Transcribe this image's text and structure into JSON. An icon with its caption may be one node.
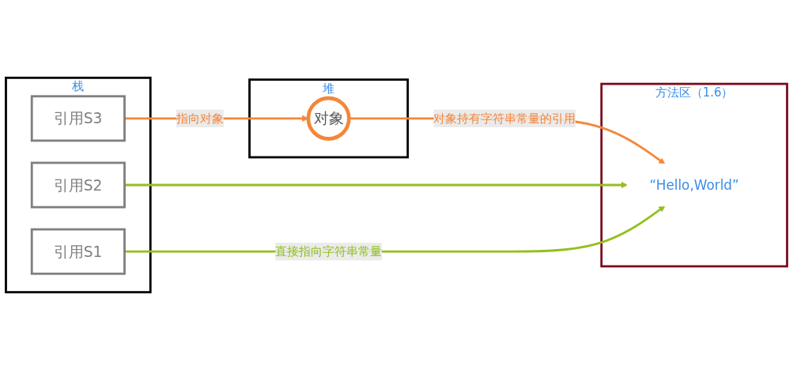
{
  "diagram": {
    "nodes": [
      {
        "text": [
          "栈"
        ]
      },
      {
        "text": [
          "引用S3"
        ],
        "in": 0
      },
      {
        "text": [
          "引用S2"
        ],
        "in": 0
      },
      {
        "text": [
          "引用S1"
        ],
        "in": 0
      },
      {
        "text": [
          "堆"
        ]
      },
      {
        "text": [
          "对象"
        ],
        "in": 4
      },
      {
        "text": [
          "方法区（1.6）"
        ]
      },
      {
        "text": [
          "“Hello,World”"
        ],
        "in": 6
      }
    ],
    "edges": [
      {
        "from": 1,
        "to": 5,
        "arrow": "to",
        "label": "指向对象",
        "color": "#f5863a"
      },
      {
        "from": 5,
        "to": 7,
        "arrow": "to",
        "label": "对象持有字符串常量的引用",
        "color": "#f5863a"
      },
      {
        "from": 2,
        "to": 7,
        "arrow": "to",
        "color": "#92c01f"
      },
      {
        "from": 3,
        "to": 7,
        "arrow": "to",
        "label": "直接指向字符串常量",
        "color": "#92c01f"
      }
    ]
  }
}
